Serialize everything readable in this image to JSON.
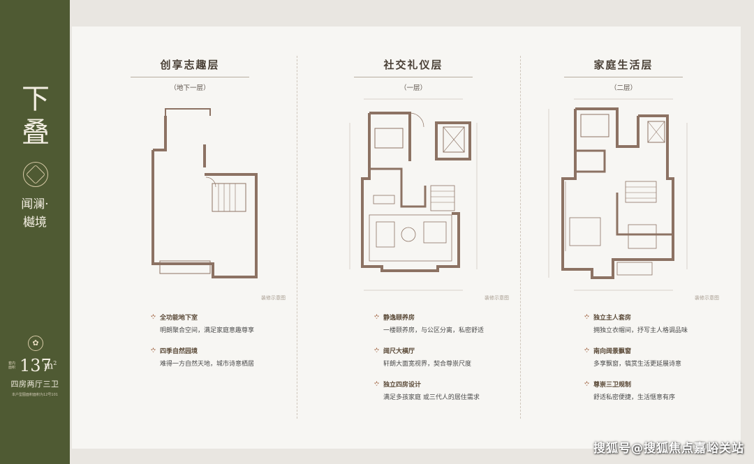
{
  "sidebar": {
    "title": "下叠",
    "project_name": "闻澜·樾境",
    "area_prefix": "套内面积",
    "area_value": "137",
    "area_unit": "m",
    "area_unit_sup": "2",
    "layout": "四房两厅三卫",
    "note": "本户型图面积面积为12号101"
  },
  "floors": [
    {
      "title": "创享志趣层",
      "subtitle": "（地下一层）",
      "plan_note": "装修示意图",
      "features": [
        {
          "title": "全功能地下室",
          "desc": "明朗聚合空间，满足家庭意趣尊享"
        },
        {
          "title": "四季自然园境",
          "desc": "难得一方自然天地，城市诗意栖居"
        }
      ]
    },
    {
      "title": "社交礼仪层",
      "subtitle": "（一层）",
      "plan_note": "装修示意图",
      "features": [
        {
          "title": "静逸颐养房",
          "desc": "一楼颐养房，与公区分离，私密舒适"
        },
        {
          "title": "阔尺大横厅",
          "desc": "轩朗大面宽视界，契合尊崇尺度"
        },
        {
          "title": "独立四房设计",
          "desc": "满足多孩家庭 或三代人的居住需求"
        }
      ]
    },
    {
      "title": "家庭生活层",
      "subtitle": "（二层）",
      "plan_note": "装修示意图",
      "features": [
        {
          "title": "独立主人套房",
          "desc": "拥独立衣帽间，抒写主人格调品味"
        },
        {
          "title": "南向阔景飘窗",
          "desc": "多享飘窗，犒赏生活更延展诗意"
        },
        {
          "title": "尊崇三卫规制",
          "desc": "舒适私密便捷，生活惬意有序"
        }
      ]
    }
  ],
  "watermark": "搜狐号@搜狐焦点嘉峪关站",
  "colors": {
    "sidebar": "#4f5a33",
    "wall": "#8c7263",
    "card": "#f7f6f3",
    "page": "#e9e6e1"
  }
}
